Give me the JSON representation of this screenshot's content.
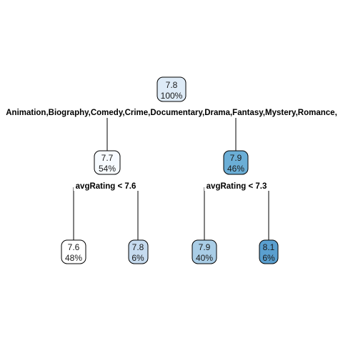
{
  "tree": {
    "root": {
      "value": "7.8",
      "pct": "100%",
      "fill": "#deebf7"
    },
    "root_split": "Animation,Biography,Comedy,Crime,Documentary,Drama,Fantasy,Mystery,Romance,",
    "left": {
      "value": "7.7",
      "pct": "54%",
      "fill": "#f7fbff"
    },
    "right": {
      "value": "7.9",
      "pct": "46%",
      "fill": "#6baed6"
    },
    "left_split": "avgRating < 7.6",
    "right_split": "avgRating < 7.3",
    "leaves": [
      {
        "value": "7.6",
        "pct": "48%",
        "fill": "#ffffff"
      },
      {
        "value": "7.8",
        "pct": "6%",
        "fill": "#c6dbef"
      },
      {
        "value": "7.9",
        "pct": "40%",
        "fill": "#a9cde6"
      },
      {
        "value": "8.1",
        "pct": "6%",
        "fill": "#5a9fcf"
      }
    ]
  }
}
